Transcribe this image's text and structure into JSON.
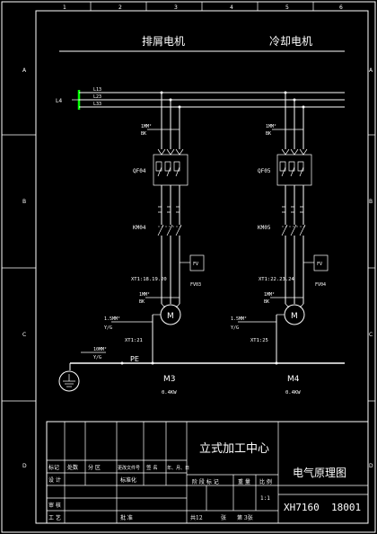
{
  "frame": {
    "top_columns": [
      "1",
      "2",
      "3",
      "4",
      "5",
      "6"
    ],
    "left_rows": [
      "A",
      "B",
      "C",
      "D"
    ],
    "right_rows": [
      "A",
      "B",
      "C",
      "D"
    ]
  },
  "diagram": {
    "section_left": "排屑电机",
    "section_right": "冷却电机",
    "bus_label": "L4",
    "phase_labels": [
      "L13",
      "L23",
      "L33"
    ],
    "accent_color": "#00ff00",
    "motor_left": {
      "wire_top": "1MM²",
      "wire_top_sub": "BK",
      "breaker": "QF04",
      "contactor": "KM04",
      "fv": "FV",
      "fv_tag": "FV03",
      "terminal": "XT1:18.19.20",
      "wire_mid": "1MM²",
      "wire_mid_sub": "BK",
      "wire_pe": "1.5MM²",
      "wire_pe_sub": "Y/G",
      "pe_terminal": "XT1:21",
      "motor_symbol": "M",
      "name": "M3",
      "power": "0.4KW"
    },
    "motor_right": {
      "wire_top": "1MM²",
      "wire_top_sub": "BK",
      "breaker": "QF05",
      "contactor": "KM05",
      "fv": "FV",
      "fv_tag": "FV04",
      "terminal": "XT1:22.23.24",
      "wire_mid": "1MM²",
      "wire_mid_sub": "BK",
      "wire_pe": "1.5MM²",
      "wire_pe_sub": "Y/G",
      "pe_terminal": "XT1:25",
      "motor_symbol": "M",
      "name": "M4",
      "power": "0.4KW"
    },
    "ground_wire": "10MM²",
    "ground_wire_sub": "Y/G",
    "pe_label": "PE"
  },
  "title_block": {
    "product": "立式加工中心",
    "drawing_title": "电气原理图",
    "drawing_no": "XH7160",
    "drawing_code": "18001",
    "scale": "1:1",
    "sheets_total": "共12",
    "sheet_word": "张",
    "sheet_no": "第 3张",
    "labels": {
      "mark": "标记",
      "count": "处数",
      "zone": "分 区",
      "change_doc": "更改文件号",
      "sign": "签 名",
      "date": "年、月、日",
      "design": "设 计",
      "standard": "标准化",
      "stage": "阶 段 标 记",
      "weight": "重 量",
      "ratio": "比 例",
      "review": "审 核",
      "process": "工 艺",
      "approve": "批 准"
    }
  }
}
